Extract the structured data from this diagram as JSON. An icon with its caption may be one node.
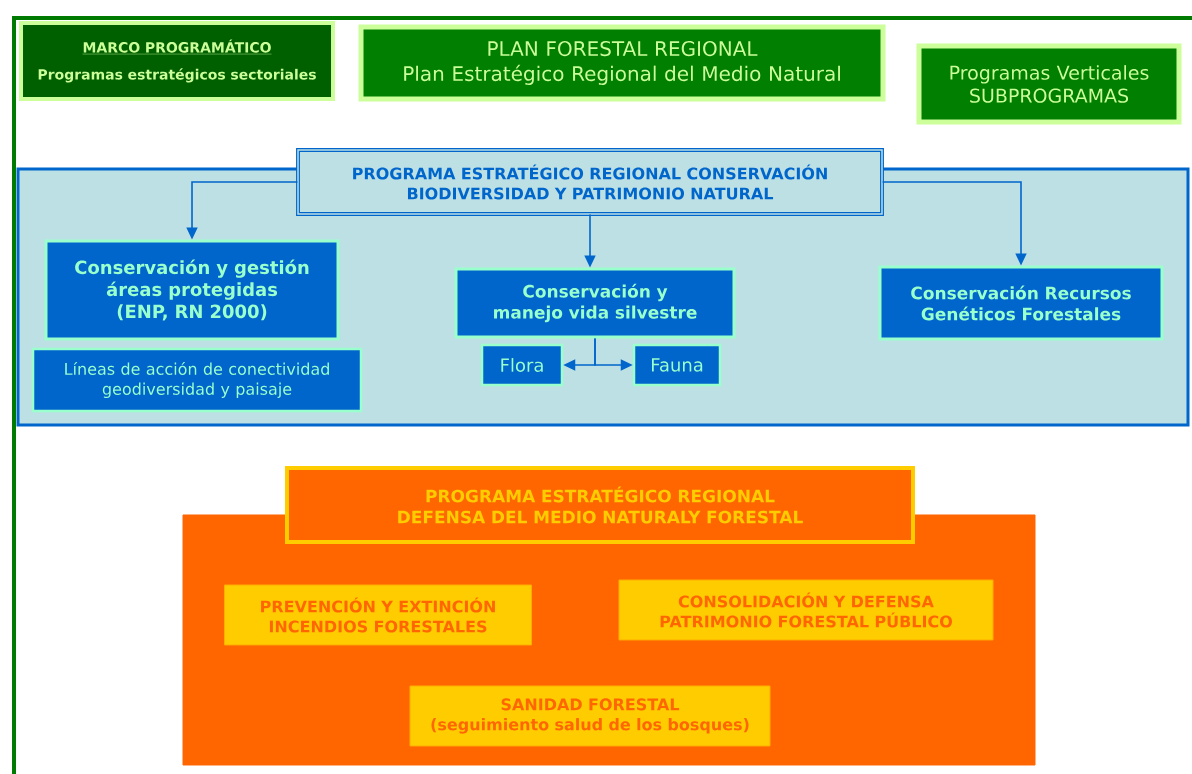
{
  "diagram": {
    "nodes": [
      {
        "text": [
          "MARCO PROGRAMÁTICO",
          "Programas estratégicos sectoriales"
        ]
      },
      {
        "text": [
          "PLAN FORESTAL REGIONAL",
          "Plan Estratégico Regional del Medio Natural"
        ]
      },
      {
        "text": [
          "Programas Verticales SUBPROGRAMAS"
        ]
      },
      {
        "text": [],
        "shape": "box"
      },
      {
        "text": [
          "PROGRAMA ESTRATÉGICO REGIONAL CONSERVACIÓN BIODIVERSIDAD Y PATRIMONIO NATURAL"
        ]
      },
      {
        "text": [
          "Conservación y gestión áreas protegidas (ENP, RN 2000)"
        ],
        "in": 3
      },
      {
        "text": [
          "Líneas de acción de conectividad geodiversidad y paisaje"
        ],
        "in": 3
      },
      {
        "text": [
          "Conservación y manejo vida silvestre"
        ],
        "in": 3
      },
      {
        "text": [
          "Flora"
        ],
        "in": 3
      },
      {
        "text": [
          "Fauna"
        ],
        "in": 3
      },
      {
        "text": [
          "Conservación Recursos Genéticos Forestales"
        ],
        "in": 3
      },
      {
        "text": [],
        "shape": "box"
      },
      {
        "text": [
          "PROGRAMA ESTRATÉGICO REGIONAL DEFENSA DEL MEDIO NATURALY FORESTAL"
        ]
      },
      {
        "text": [
          "PREVENCIÓN Y EXTINCIÓN INCENDIOS FORESTALES"
        ],
        "in": 11
      },
      {
        "text": [
          "CONSOLIDACIÓN Y DEFENSA PATRIMONIO FORESTAL PÚBLICO"
        ],
        "in": 11
      },
      {
        "text": [
          "SANIDAD FORESTAL",
          "(seguimiento salud de los bosques)"
        ],
        "in": 11
      }
    ],
    "edges": [
      {
        "from": 4,
        "to": 5,
        "arrow": "to"
      },
      {
        "from": 4,
        "to": 7,
        "arrow": "to"
      },
      {
        "from": 4,
        "to": 10,
        "arrow": "to"
      },
      {
        "from": 7,
        "to": 8,
        "arrow": "to"
      },
      {
        "from": 7,
        "to": 9,
        "arrow": "to"
      }
    ]
  }
}
